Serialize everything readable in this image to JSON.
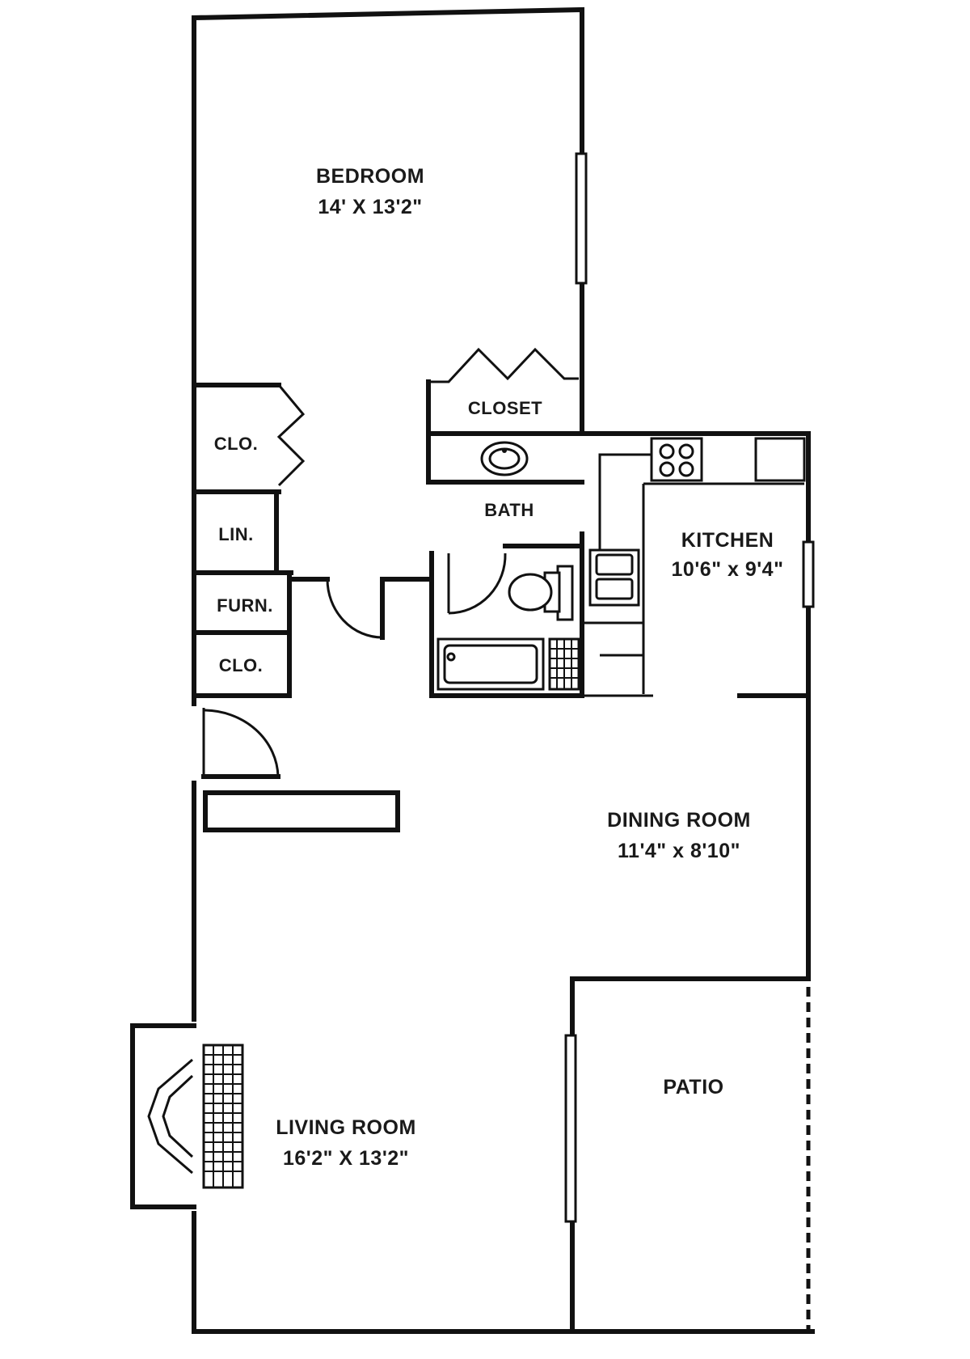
{
  "rooms": {
    "bedroom": {
      "name": "BEDROOM",
      "size": "14' X 13'2\""
    },
    "closet": {
      "name": "CLOSET"
    },
    "clo_top": {
      "name": "CLO."
    },
    "lin": {
      "name": "LIN."
    },
    "furn": {
      "name": "FURN."
    },
    "clo_bottom": {
      "name": "CLO."
    },
    "bath": {
      "name": "BATH"
    },
    "kitchen": {
      "name": "KITCHEN",
      "size": "10'6\" x 9'4\""
    },
    "dining": {
      "name": "DINING ROOM",
      "size": "11'4\" x 8'10\""
    },
    "living": {
      "name": "LIVING ROOM",
      "size": "16'2\" X 13'2\""
    },
    "patio": {
      "name": "PATIO"
    }
  },
  "colors": {
    "ink": "#111111",
    "paper": "#ffffff"
  }
}
